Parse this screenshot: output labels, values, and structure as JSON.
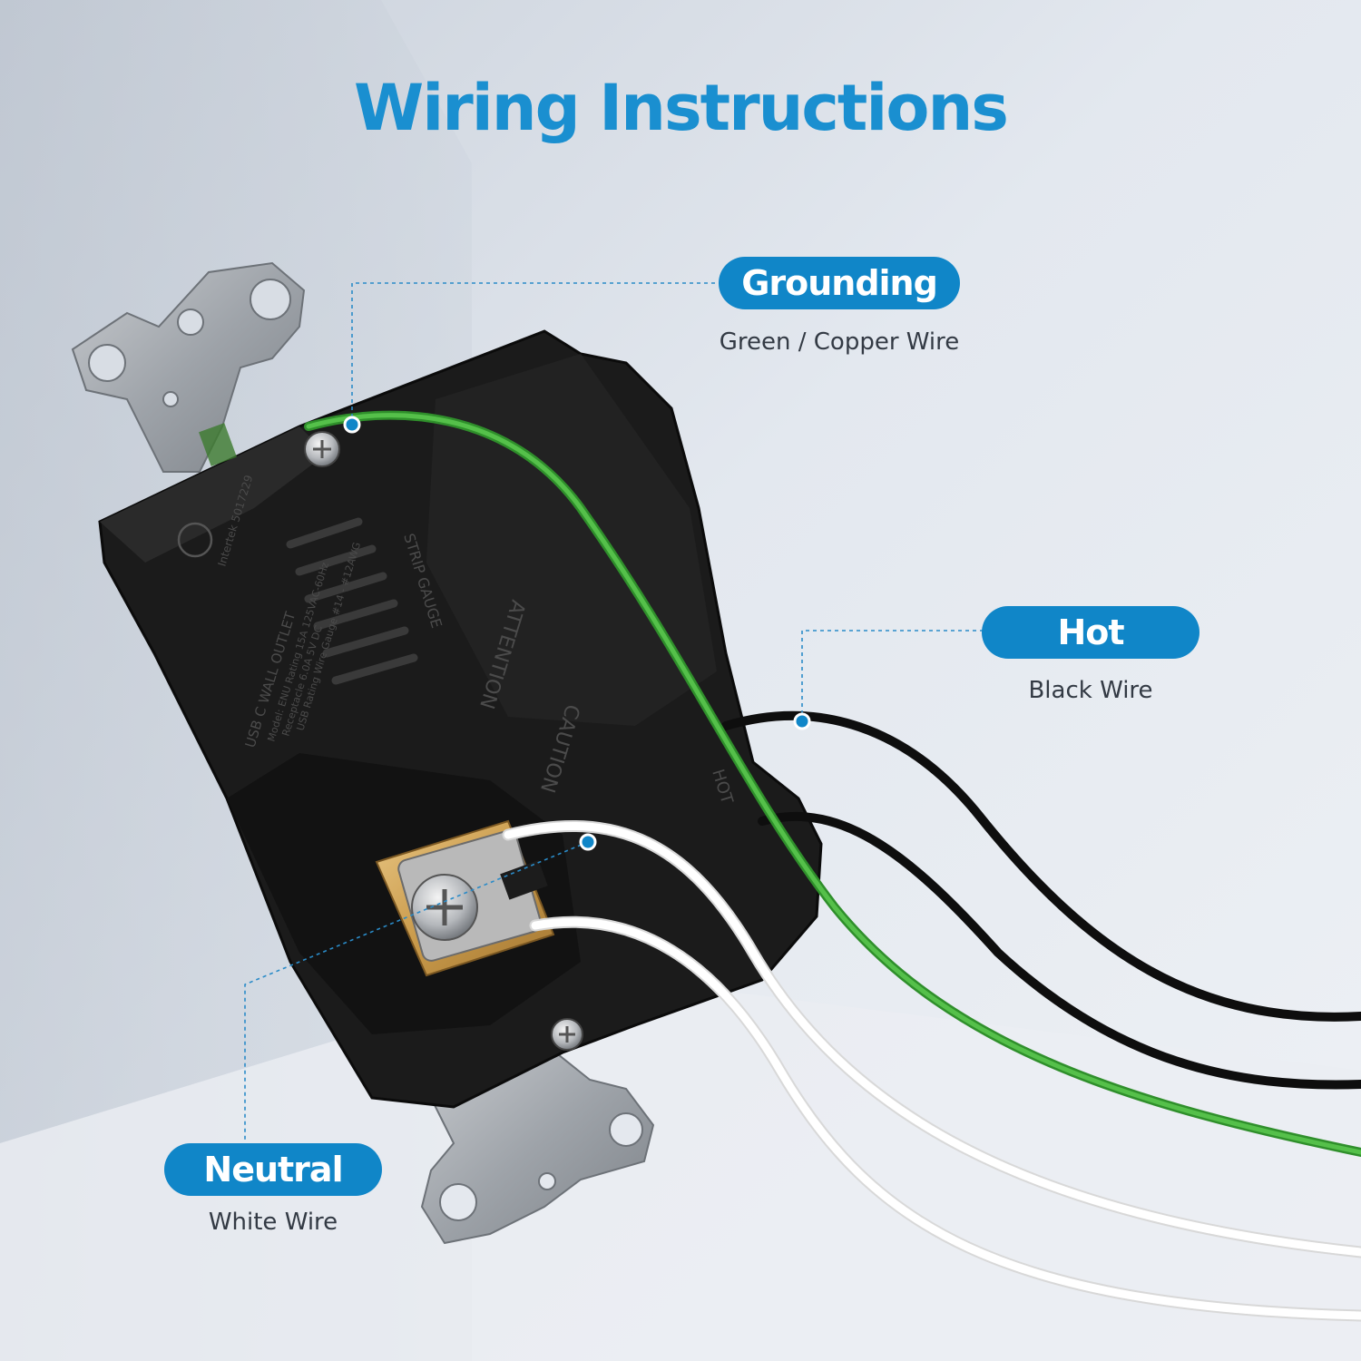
{
  "title": "Wiring Instructions",
  "labels": {
    "grounding": {
      "name": "Grounding",
      "desc": "Green / Copper Wire"
    },
    "hot": {
      "name": "Hot",
      "desc": "Black Wire"
    },
    "neutral": {
      "name": "Neutral",
      "desc": "White Wire"
    }
  },
  "device_text": {
    "product": "USB C WALL OUTLET",
    "rating_1": "Model: ENU Rating 15A 125VAC-60Hz",
    "rating_2": "Receptacle 6.0A 5V DC",
    "rating_3": "USB Rating Wire Gauge #14 - #12AWG",
    "cert": "Intertek 5017229",
    "caution": "CAUTION",
    "attention": "ATTENTION",
    "strip_gauge": "STRIP GAUGE",
    "hot_mark": "HOT"
  },
  "colors": {
    "accent": "#1086c8",
    "title": "#1a8fd0",
    "ground_wire": "#3aa935",
    "hot_wire": "#151515",
    "neutral_wire": "#ffffff",
    "device_body": "#1b1b1b"
  }
}
